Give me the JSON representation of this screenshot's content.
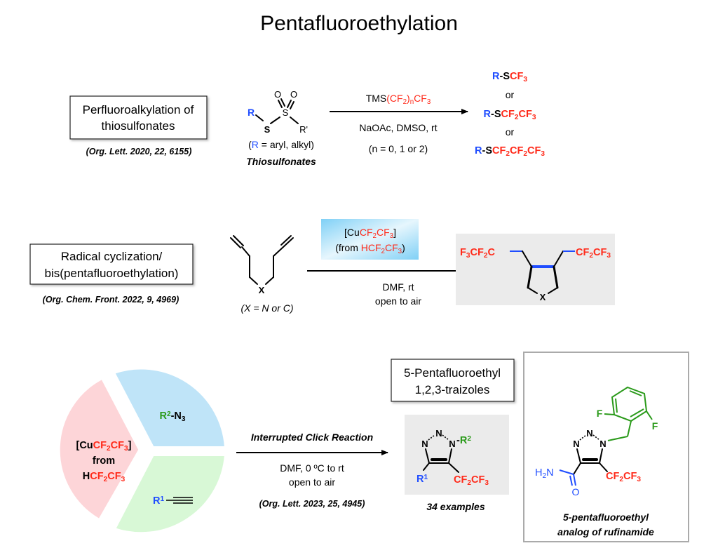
{
  "title": "Pentafluoroethylation",
  "colors": {
    "red": "#ff2a1a",
    "blue": "#1f4dff",
    "green": "#2a9a1a",
    "pink": "#fdd5d8",
    "lightblue": "#bfe4f8",
    "lightgreen": "#d8f8d6",
    "gray": "#ebebeb"
  },
  "section1": {
    "box_lines": [
      "Perfluoroalkylation of",
      "thiosulfonates"
    ],
    "citation": "(Org. Lett. 2020, 22, 6155)",
    "substrate_atoms": {
      "r": "R",
      "s1": "S",
      "s2": "S",
      "o1": "O",
      "o2": "O",
      "r_prime": "R'"
    },
    "substrate_note": [
      {
        "t": "("
      },
      {
        "t": "R",
        "c": "blue"
      },
      {
        "t": " = aryl, alkyl)"
      }
    ],
    "substrate_name": "Thiosulfonates",
    "reagent": [
      {
        "t": "TMS"
      },
      {
        "t": "(CF",
        "c": "red"
      },
      {
        "t": "2",
        "c": "red",
        "s": 1
      },
      {
        "t": ")",
        "c": "red"
      },
      {
        "t": "n",
        "c": "red",
        "s": 1
      },
      {
        "t": "CF",
        "c": "red"
      },
      {
        "t": "3",
        "c": "red",
        "s": 1
      }
    ],
    "conditions": [
      "NaOAc, DMSO, rt",
      "(n = 0, 1 or 2)"
    ],
    "products": [
      [
        {
          "t": "R",
          "c": "blue"
        },
        {
          "t": "-S"
        },
        {
          "t": "CF",
          "c": "red"
        },
        {
          "t": "3",
          "c": "red",
          "s": 1
        }
      ],
      [
        {
          "t": "or",
          "n": 1
        }
      ],
      [
        {
          "t": "R",
          "c": "blue"
        },
        {
          "t": "-S"
        },
        {
          "t": "CF",
          "c": "red"
        },
        {
          "t": "2",
          "c": "red",
          "s": 1
        },
        {
          "t": "CF",
          "c": "red"
        },
        {
          "t": "3",
          "c": "red",
          "s": 1
        }
      ],
      [
        {
          "t": "or",
          "n": 1
        }
      ],
      [
        {
          "t": "R",
          "c": "blue"
        },
        {
          "t": "-S"
        },
        {
          "t": "CF",
          "c": "red"
        },
        {
          "t": "2",
          "c": "red",
          "s": 1
        },
        {
          "t": "CF",
          "c": "red"
        },
        {
          "t": "2",
          "c": "red",
          "s": 1
        },
        {
          "t": "CF",
          "c": "red"
        },
        {
          "t": "3",
          "c": "red",
          "s": 1
        }
      ]
    ]
  },
  "section2": {
    "box_lines": [
      "Radical cyclization/",
      "bis(pentafluoroethylation)"
    ],
    "citation": "(Org. Chem. Front. 2022, 9, 4969)",
    "substrate_atom": "X",
    "substrate_note": "(X = N or C)",
    "reagent_lines": [
      [
        {
          "t": "[Cu",
          "n": 1
        },
        {
          "t": "CF",
          "c": "red"
        },
        {
          "t": "2",
          "c": "red",
          "s": 1
        },
        {
          "t": "CF",
          "c": "red"
        },
        {
          "t": "3",
          "c": "red",
          "s": 1
        },
        {
          "t": "]",
          "n": 1
        }
      ],
      [
        {
          "t": "(from ",
          "n": 1
        },
        {
          "t": "HCF",
          "c": "red"
        },
        {
          "t": "2",
          "c": "red",
          "s": 1
        },
        {
          "t": "CF",
          "c": "red"
        },
        {
          "t": "3",
          "c": "red",
          "s": 1
        },
        {
          "t": ")",
          "n": 1
        }
      ]
    ],
    "conditions": [
      "DMF, rt",
      "open to air"
    ],
    "product_left": [
      {
        "t": "F",
        "c": "red"
      },
      {
        "t": "3",
        "c": "red",
        "s": 1
      },
      {
        "t": "CF",
        "c": "red"
      },
      {
        "t": "2",
        "c": "red",
        "s": 1
      },
      {
        "t": "C",
        "c": "red"
      }
    ],
    "product_right": [
      {
        "t": "CF",
        "c": "red"
      },
      {
        "t": "2",
        "c": "red",
        "s": 1
      },
      {
        "t": "CF",
        "c": "red"
      },
      {
        "t": "3",
        "c": "red",
        "s": 1
      }
    ],
    "product_atom": "X"
  },
  "section3": {
    "pie": {
      "copper": [
        [
          {
            "t": "[Cu"
          },
          {
            "t": "CF",
            "c": "red"
          },
          {
            "t": "2",
            "c": "red",
            "s": 1
          },
          {
            "t": "CF",
            "c": "red"
          },
          {
            "t": "3",
            "c": "red",
            "s": 1
          },
          {
            "t": "]"
          }
        ],
        [
          {
            "t": "from"
          }
        ],
        [
          {
            "t": "H"
          },
          {
            "t": "CF",
            "c": "red"
          },
          {
            "t": "2",
            "c": "red",
            "s": 1
          },
          {
            "t": "CF",
            "c": "red"
          },
          {
            "t": "3",
            "c": "red",
            "s": 1
          }
        ]
      ],
      "azide": [
        {
          "t": "R",
          "c": "green"
        },
        {
          "t": "2",
          "c": "green",
          "p": 1
        },
        {
          "t": "-N"
        },
        {
          "t": "3",
          "s": 1
        }
      ],
      "alkyne": [
        {
          "t": "R",
          "c": "blue"
        },
        {
          "t": "1",
          "c": "blue",
          "p": 1
        }
      ]
    },
    "reaction_name": "Interrupted Click Reaction",
    "conditions": [
      "DMF, 0 ºC to rt",
      "open to air"
    ],
    "citation": "(Org. Lett. 2023, 25, 4945)",
    "product_box_lines": [
      "5-Pentafluoroethyl",
      "1,2,3-traizoles"
    ],
    "triazole": {
      "n": "N",
      "r2": [
        {
          "t": "-"
        },
        {
          "t": "R",
          "c": "green"
        },
        {
          "t": "2",
          "c": "green",
          "p": 1
        }
      ],
      "r1": [
        {
          "t": "R",
          "c": "blue"
        },
        {
          "t": "1",
          "c": "blue",
          "p": 1
        }
      ],
      "cf": [
        {
          "t": "CF",
          "c": "red"
        },
        {
          "t": "2",
          "c": "red",
          "s": 1
        },
        {
          "t": "CF",
          "c": "red"
        },
        {
          "t": "3",
          "c": "red",
          "s": 1
        }
      ]
    },
    "examples": "34 examples",
    "analog": {
      "f": "F",
      "n": "N",
      "amine": [
        {
          "t": "H",
          "c": "blue"
        },
        {
          "t": "2",
          "c": "blue",
          "s": 1
        },
        {
          "t": "N",
          "c": "blue"
        }
      ],
      "o": "O",
      "cf": [
        {
          "t": "CF",
          "c": "red"
        },
        {
          "t": "2",
          "c": "red",
          "s": 1
        },
        {
          "t": "CF",
          "c": "red"
        },
        {
          "t": "3",
          "c": "red",
          "s": 1
        }
      ],
      "caption": [
        "5-pentafluoroethyl",
        "analog of rufinamide"
      ]
    }
  }
}
